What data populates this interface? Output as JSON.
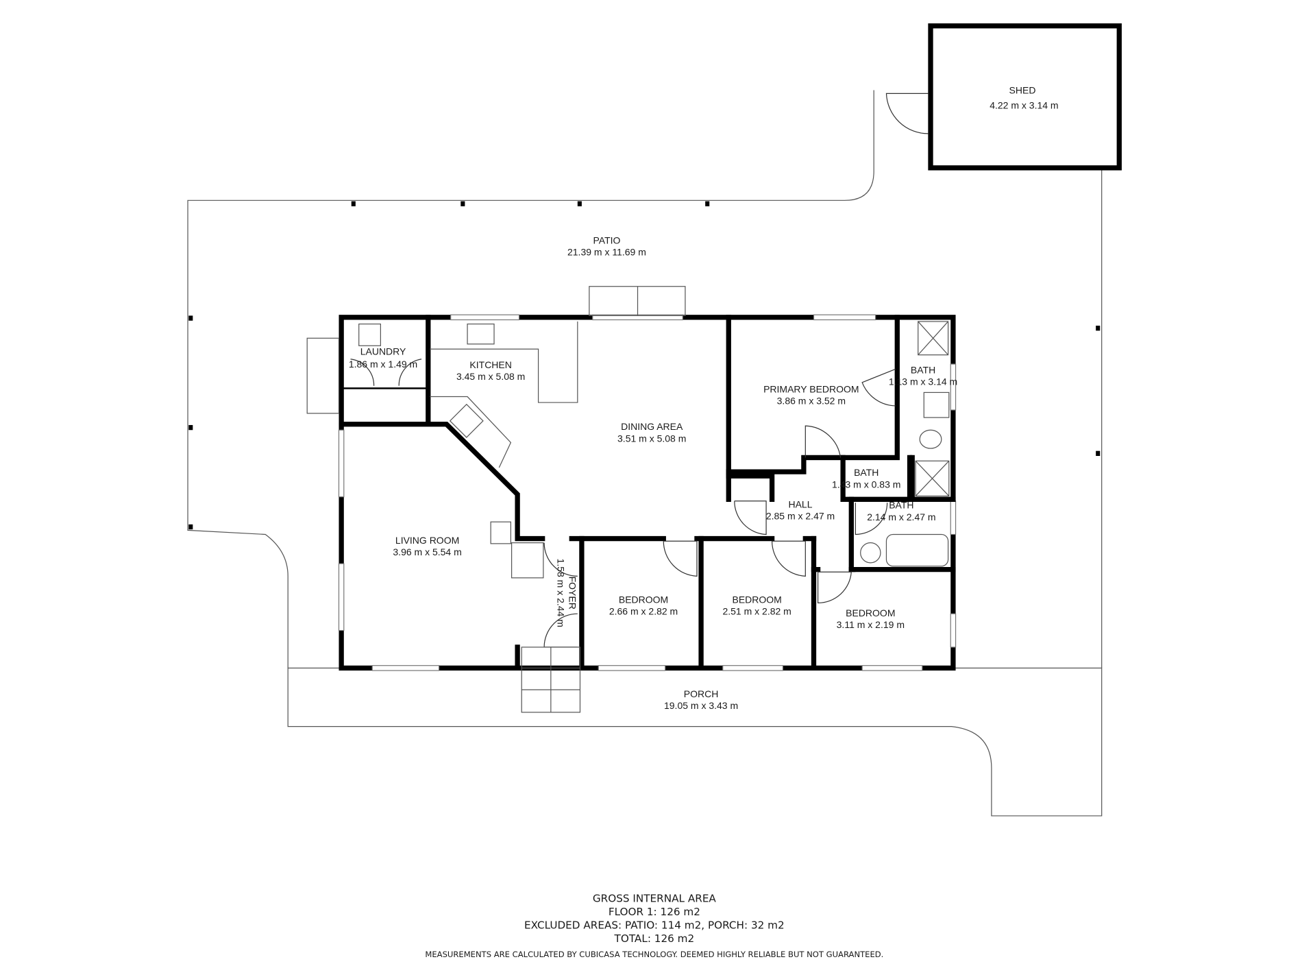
{
  "rooms": {
    "patio": {
      "name": "PATIO",
      "size": "21.39 m x 11.69 m"
    },
    "shed": {
      "name": "SHED",
      "size": "4.22 m x 3.14 m"
    },
    "laundry": {
      "name": "LAUNDRY",
      "size": "1.86 m x 1.49 m"
    },
    "kitchen": {
      "name": "KITCHEN",
      "size": "3.45 m x 5.08 m"
    },
    "dining": {
      "name": "DINING AREA",
      "size": "3.51 m x 5.08 m"
    },
    "primary_bedroom": {
      "name": "PRIMARY BEDROOM",
      "size": "3.86 m x 3.52 m"
    },
    "bath_ensuite": {
      "name": "BATH",
      "size": "1.13 m x 3.14 m"
    },
    "bath_small": {
      "name": "BATH",
      "size": "1.43 m x 0.83 m"
    },
    "hall": {
      "name": "HALL",
      "size": "2.85 m x 2.47 m"
    },
    "bath_main": {
      "name": "BATH",
      "size": "2.14 m x 2.47 m"
    },
    "living": {
      "name": "LIVING ROOM",
      "size": "3.96 m x 5.54 m"
    },
    "foyer": {
      "name": "FOYER",
      "size": "1.58 m x 2.44 m"
    },
    "bedroom_1": {
      "name": "BEDROOM",
      "size": "2.66 m x 2.82 m"
    },
    "bedroom_2": {
      "name": "BEDROOM",
      "size": "2.51 m x 2.82 m"
    },
    "bedroom_3": {
      "name": "BEDROOM",
      "size": "3.11 m x 2.19 m"
    },
    "porch": {
      "name": "PORCH",
      "size": "19.05 m x 3.43 m"
    }
  },
  "footer": {
    "title": "GROSS INTERNAL AREA",
    "floor": "FLOOR 1: 126 m2",
    "excluded": "EXCLUDED AREAS: PATIO: 114 m2, PORCH: 32 m2",
    "total": "TOTAL: 126 m2",
    "disclaimer": "MEASUREMENTS ARE CALCULATED BY CUBICASA TECHNOLOGY. DEEMED HIGHLY RELIABLE BUT NOT GUARANTEED."
  }
}
